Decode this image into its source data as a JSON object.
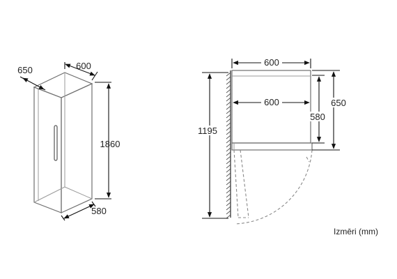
{
  "colors": {
    "line": "#6f6f6f",
    "dimension": "#111111",
    "text": "#222222",
    "background": "#ffffff"
  },
  "views": {
    "perspective": {
      "depth_label": "650",
      "width_label": "600",
      "height_label": "1860",
      "bottom_depth_label": "580"
    },
    "side": {
      "outer_width_label": "600",
      "inner_width_label": "600",
      "height_label": "1195",
      "door_depth_label": "580",
      "total_depth_label": "650"
    }
  },
  "units_note": "Izmēri (mm)"
}
